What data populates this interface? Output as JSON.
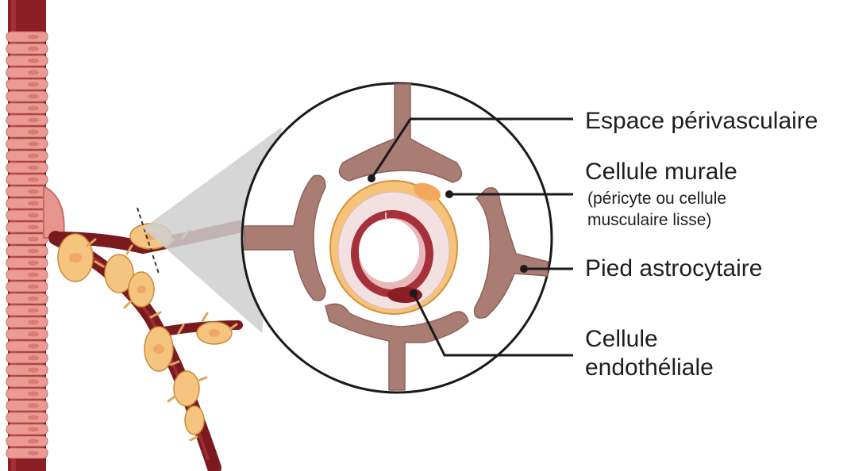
{
  "labels": {
    "perivascular": "Espace périvasculaire",
    "mural": "Cellule murale",
    "mural_sub_1": "(péricyte ou cellule",
    "mural_sub_2": "musculaire lisse)",
    "astro_foot": "Pied astrocytaire",
    "endothelial_1": "Cellule",
    "endothelial_2": "endothéliale"
  },
  "colors": {
    "artery_dark": "#8a1e24",
    "artery_ring": "#e8958f",
    "astrocyte": "#a97d74",
    "mural_cell": "#f5b564",
    "pericyte_fill": "#f9d6a8",
    "endothelium": "#a7313a",
    "zoom_cone": "#cfcfcf"
  }
}
